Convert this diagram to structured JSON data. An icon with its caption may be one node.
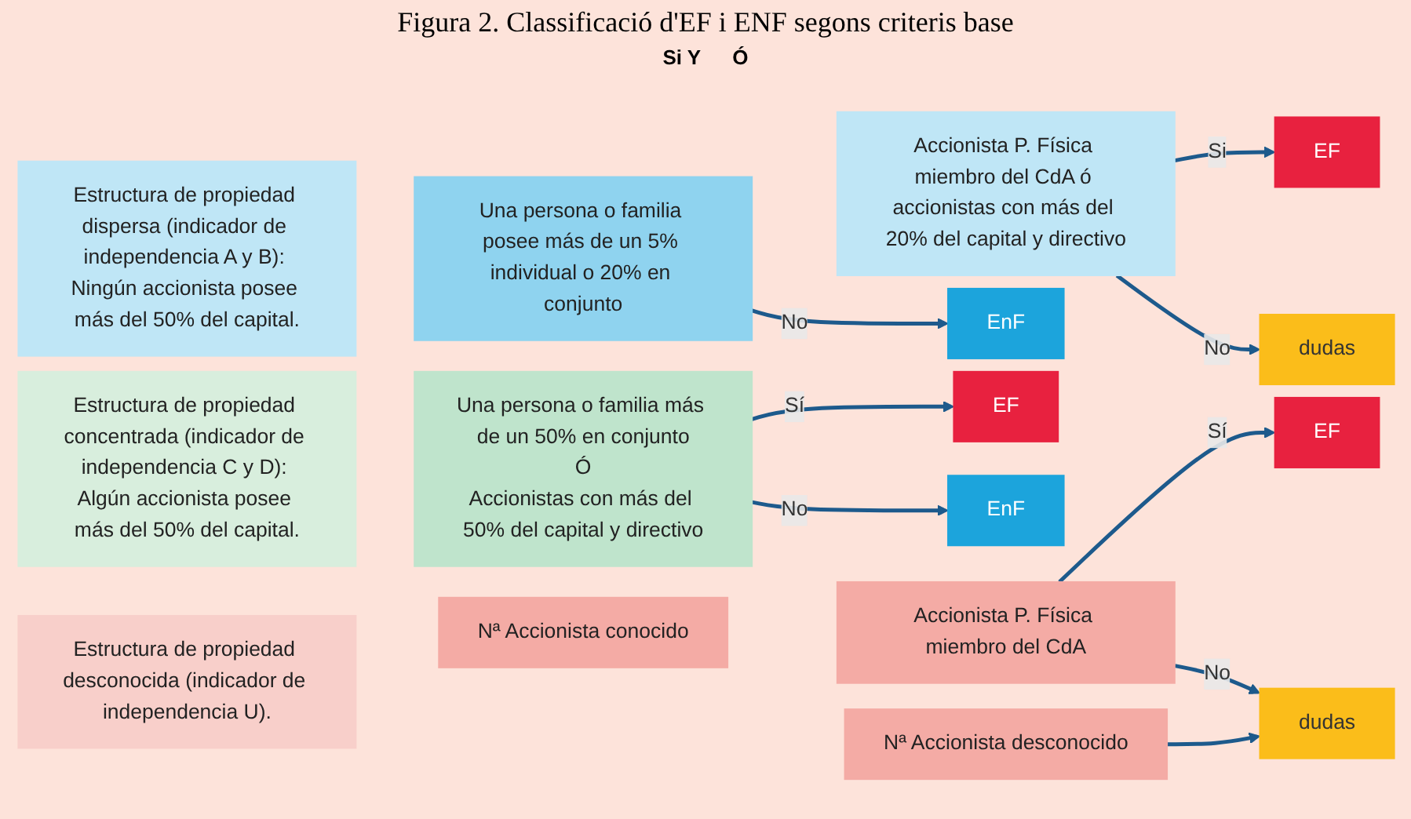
{
  "diagram": {
    "title": "Figura 2. Classificació d'EF i ENF segons criteris base",
    "nodes": [
      {
        "text": [
          "Estructura de propiedad dispersa (indicador de independencia A y B): Ningún accionista posee más del 50% del capital."
        ]
      },
      {
        "text": [
          "Una persona o familia posee más de un 5% individual o 20% en conjunto"
        ]
      },
      {
        "text": [
          "Accionista P. Física miembro del CdA ó accionistas con más del 20% del capital y directivo"
        ]
      },
      {
        "text": [
          "EF"
        ]
      },
      {
        "text": [
          "dudas"
        ]
      },
      {
        "text": [
          "EnF"
        ]
      },
      {
        "text": [
          "Estructura de propiedad concentrada (indicador de independencia C y D): Algún accionista posee más del 50% del capital."
        ]
      },
      {
        "text": [
          "Una persona o familia más de un 50% en conjunto",
          "Ó",
          "Accionistas con más del 50% del capital y directivo"
        ]
      },
      {
        "text": [
          "EF"
        ]
      },
      {
        "text": [
          "EnF"
        ]
      },
      {
        "text": [
          "Estructura de propiedad desconocida (indicador de independencia U)."
        ]
      },
      {
        "text": [
          "Nª Accionista conocido"
        ]
      },
      {
        "text": [
          "Accionista P. Física miembro del CdA"
        ]
      },
      {
        "text": [
          "EF"
        ]
      },
      {
        "text": [
          "Nª Accionista desconocido"
        ]
      },
      {
        "text": [
          "dudas"
        ]
      }
    ],
    "edges": [
      {
        "from": 2,
        "to": 3,
        "arrow": "to",
        "label": "Si"
      },
      {
        "from": 2,
        "to": 4,
        "arrow": "to",
        "label": "No"
      },
      {
        "from": 1,
        "to": 5,
        "arrow": "to",
        "label": "No"
      },
      {
        "from": 7,
        "to": 8,
        "arrow": "to",
        "label": "Sí"
      },
      {
        "from": 7,
        "to": 9,
        "arrow": "to",
        "label": "No"
      },
      {
        "from": 12,
        "to": 13,
        "arrow": "to",
        "label": "Sí"
      },
      {
        "from": 12,
        "to": 15,
        "arrow": "to",
        "label": "No"
      },
      {
        "from": 14,
        "to": 15,
        "arrow": "to"
      }
    ],
    "labels": [
      "Si Y",
      "Ó"
    ]
  }
}
